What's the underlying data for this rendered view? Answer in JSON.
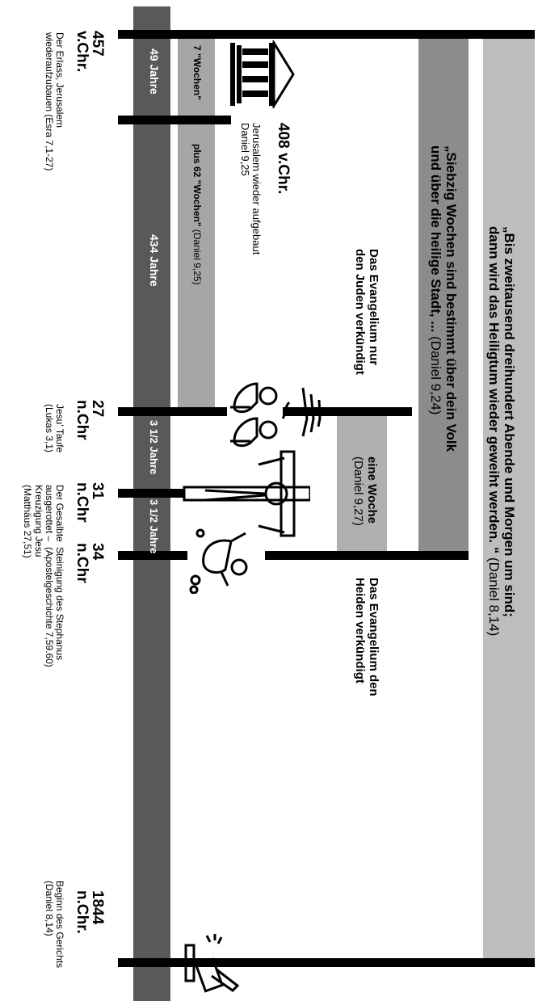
{
  "colors": {
    "main_bar": "#595959",
    "seventy_weeks_bar": "#8c8c8c",
    "long_period_bar": "#bdbdbd",
    "one_week_bar": "#b0b0b0",
    "weeks_bar": "#a6a6a6",
    "line": "#000000"
  },
  "dates": {
    "d457": {
      "year": "457",
      "era": "v.Chr.",
      "note": [
        "Der Erlass, Jerusalem",
        "wiederaufzubauen (Esra 7,1-27)"
      ]
    },
    "d408": {
      "year": "408 v.Chr.",
      "note": [
        "Jerusalem wieder aufgebaut",
        "Daniel 9,25"
      ]
    },
    "d27": {
      "year": "27",
      "era": "n.Chr",
      "note": [
        "Jesu' Taufe",
        "(Lukas 3,1)"
      ]
    },
    "d31": {
      "year": "31",
      "era": "n.Chr",
      "note": [
        "Der Gesalbte",
        "ausgerottet –",
        "Kreuzigung Jesu",
        "(Matthäus 27,51)"
      ]
    },
    "d34": {
      "year": "34",
      "era": "n.Chr",
      "note": [
        "Steinigung des Stephanus",
        "(Apostelgeschichte 7,59.60)"
      ]
    },
    "d1844": {
      "year": "1844",
      "era": "n.Chr.",
      "note": [
        "Beginn des Gerichts",
        "(Daniel 8,14)"
      ]
    }
  },
  "periods": {
    "y49": "49 Jahre",
    "y434": "434 Jahre",
    "y35a": "3 1/2 Jahre",
    "y35b": "3 1/2 Jahre",
    "weeks7": "7 \"Wochen\"",
    "weeks62_bold": "plus 62 \"Wochen\"",
    "weeks62_ref": " (Daniel 9,25)"
  },
  "quotes": {
    "q2300_line1": "„Bis zweitausend dreihundert Abende und Morgen um sind;",
    "q2300_line2": "dann wird das Heiligtum wieder geweiht werden. “",
    "q2300_ref": " (Daniel 8,14)",
    "q70_line1": "„Siebzig Wochen sind bestimmt über dein Volk",
    "q70_line2": "und über die heilige Stadt, ...",
    "q70_ref": " (Daniel 9,24)"
  },
  "labels": {
    "gospel_jews": [
      "Das Evangelium nur",
      "den Juden verkündigt"
    ],
    "one_week": "eine Woche",
    "one_week_ref": "(Daniel 9,27)",
    "gospel_gentiles": [
      "Das Evangelium den",
      "Heiden verkündigt"
    ]
  },
  "icons": [
    "temple-icon",
    "baptism-icon",
    "cross-icon",
    "stoning-icon",
    "gavel-icon"
  ]
}
